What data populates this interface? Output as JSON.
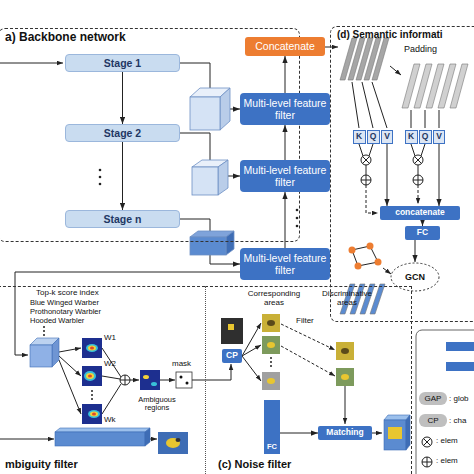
{
  "diagram": {
    "nodes": [
      {
        "text": [
          "a) Backbone network"
        ]
      },
      {
        "text": [
          "Stage 1"
        ],
        "in": 0
      },
      {
        "text": [
          "Stage 2"
        ],
        "in": 0
      },
      {
        "text": [
          "Stage n"
        ],
        "in": 0
      },
      {
        "text": [
          "Concatenate"
        ]
      },
      {
        "text": [
          "Multi-level feature filter"
        ]
      },
      {
        "text": [
          "Multi-level feature filter"
        ]
      },
      {
        "text": [
          "Multi-level feature filter"
        ]
      },
      {
        "text": [
          "(d) Semantic informati"
        ]
      },
      {
        "text": [
          "K"
        ],
        "in": 8
      },
      {
        "text": [
          "Q"
        ],
        "in": 8
      },
      {
        "text": [
          "V"
        ],
        "in": 8
      },
      {
        "text": [
          "K"
        ],
        "in": 8
      },
      {
        "text": [
          "Q"
        ],
        "in": 8
      },
      {
        "text": [
          "V"
        ],
        "in": 8
      },
      {
        "text": [
          "concatenate"
        ],
        "in": 8
      },
      {
        "text": [
          "FC"
        ],
        "in": 8
      },
      {
        "text": [
          "GCN"
        ],
        "in": 8
      },
      {
        "text": [
          "mbiguity filter"
        ]
      },
      {
        "text": [
          "(c) Noise filter"
        ]
      },
      {
        "text": [
          "CP"
        ],
        "in": 19
      },
      {
        "text": [
          "Matching"
        ],
        "in": 19
      },
      {
        "text": [
          "FC"
        ],
        "in": 19
      }
    ],
    "edges": [
      {
        "from": 1,
        "to": 2,
        "arrow": "to"
      },
      {
        "from": 2,
        "to": 3,
        "arrow": "to"
      },
      {
        "from": 1,
        "to": 5,
        "arrow": "to"
      },
      {
        "from": 2,
        "to": 6,
        "arrow": "to"
      },
      {
        "from": 3,
        "to": 7,
        "arrow": "to"
      },
      {
        "from": 7,
        "to": 6,
        "arrow": "to"
      },
      {
        "from": 6,
        "to": 5,
        "arrow": "to"
      },
      {
        "from": 5,
        "to": 4,
        "arrow": "to"
      },
      {
        "from": 11,
        "to": 15,
        "arrow": "to"
      },
      {
        "from": 14,
        "to": 15,
        "arrow": "to"
      },
      {
        "from": 15,
        "to": 16,
        "arrow": "to"
      },
      {
        "from": 16,
        "to": 17,
        "arrow": "to"
      },
      {
        "from": 22,
        "to": 21,
        "arrow": "to"
      }
    ],
    "labels": [
      "Top-k score index",
      "Blue Winged Warber",
      "Prothonotary Warbler",
      "Hooded Warbler",
      "W1",
      "W2",
      "Wk",
      "Ambiguous regions",
      "mask",
      "Corresponding areas",
      "Discriminative areas",
      "Filter",
      "Padding",
      "GAP",
      ": glob",
      "CP",
      ": cha",
      ": elem",
      ": elem"
    ]
  }
}
